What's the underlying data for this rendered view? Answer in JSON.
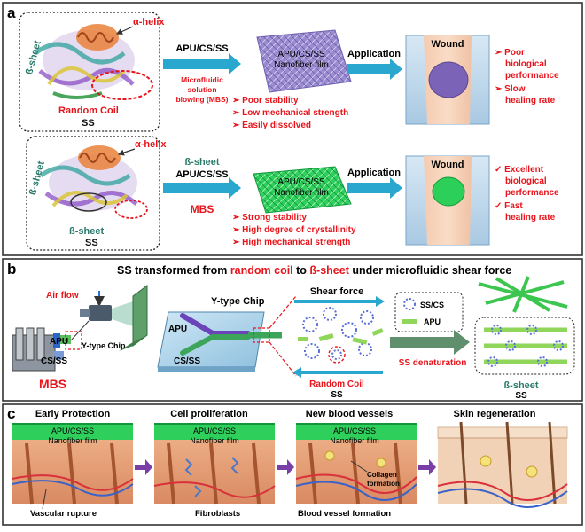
{
  "panel_a": {
    "letter": "a",
    "row1": {
      "helix_label": "α-helix",
      "sheet_label": "ß-sheet",
      "coil_label": "Random Coil",
      "ss_label": "SS",
      "arrow_label": "APU/CS/SS",
      "method_lines": [
        "Microfluidic",
        "solution",
        "blowing (MBS)"
      ],
      "film_lines": [
        "APU/CS/SS",
        "Nanofiber film"
      ],
      "properties": [
        "Poor stability",
        "Low mechanical strength",
        "Easily dissolved"
      ],
      "application_label": "Application",
      "wound_label": "Wound",
      "outcomes": [
        [
          "Poor",
          "biological",
          "performance"
        ],
        [
          "Slow",
          "healing rate"
        ]
      ]
    },
    "row2": {
      "helix_label": "α-helix",
      "sheet_label": "ß-sheet",
      "sheet_label2": "ß-sheet",
      "ss_label": "SS",
      "arrow_top": "ß-sheet",
      "arrow_label": "APU/CS/SS",
      "method": "MBS",
      "film_lines": [
        "APU/CS/SS",
        "Nanofiber film"
      ],
      "properties": [
        "Strong stability",
        "High degree of crystallinity",
        "High mechanical strength"
      ],
      "application_label": "Application",
      "wound_label": "Wound",
      "outcomes": [
        [
          "Excellent",
          "biological",
          "performance"
        ],
        [
          "Fast",
          "healing rate"
        ]
      ]
    }
  },
  "panel_b": {
    "letter": "b",
    "title_pre": "SS transformed from ",
    "title_red1": "random coil",
    "title_mid": " to ",
    "title_red2": "ß-sheet",
    "title_post": " under microfluidic shear force",
    "air_flow": "Air flow",
    "apu": "APU",
    "cs_ss": "CS/SS",
    "y_chip_small": "Y-type Chip",
    "mbs": "MBS",
    "y_chip_title": "Y-type Chip",
    "chip_apu": "APU",
    "chip_cs_ss": "CS/SS",
    "shear_force": "Shear force",
    "random_coil": "Random Coil",
    "ss": "SS",
    "legend_ss_cs": "SS/CS",
    "legend_apu": "APU",
    "ss_denaturation": "SS denaturation",
    "b_sheet": "ß-sheet",
    "ss2": "SS"
  },
  "panel_c": {
    "letter": "c",
    "stages": [
      "Early Protection",
      "Cell proliferation",
      "New blood vessels",
      "Skin regeneration"
    ],
    "film_lines": [
      "APU/CS/SS",
      "Nanofiber film"
    ],
    "vascular_rupture": "Vascular rupture",
    "fibroblasts": "Fibroblasts",
    "collagen_lines": [
      "Collagen",
      "formation"
    ],
    "blood_vessel_formation": "Blood vessel formation"
  },
  "colors": {
    "red": "#e8141b",
    "blue_arrow": "#2aa7cf",
    "teal": "#2b7a6b",
    "green_film": "#22c55e",
    "purple_film": "#8b7bc8",
    "skin": "#e6a57c",
    "panel_border": "#333333"
  }
}
